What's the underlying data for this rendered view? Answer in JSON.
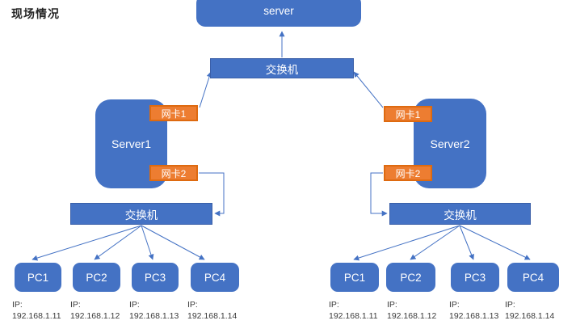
{
  "title": "现场情况",
  "colors": {
    "node": "#4472C4",
    "nic": "#ED7D31",
    "nic_border": "#DE6A10",
    "connector": "#4472C4",
    "ip_text": "#3B3B3B"
  },
  "core": {
    "server": "server",
    "switch": "交换机"
  },
  "groups": [
    {
      "server": "Server1",
      "nic1": "网卡1",
      "nic2": "网卡2",
      "switch": "交换机",
      "pcs": [
        {
          "label": "PC1",
          "ip_label": "IP:",
          "ip": "192.168.1.11"
        },
        {
          "label": "PC2",
          "ip_label": "IP:",
          "ip": "192.168.1.12"
        },
        {
          "label": "PC3",
          "ip_label": "IP:",
          "ip": "192.168.1.13"
        },
        {
          "label": "PC4",
          "ip_label": "IP:",
          "ip": "192.168.1.14"
        }
      ]
    },
    {
      "server": "Server2",
      "nic1": "网卡1",
      "nic2": "网卡2",
      "switch": "交换机",
      "pcs": [
        {
          "label": "PC1",
          "ip_label": "IP:",
          "ip": "192.168.1.11"
        },
        {
          "label": "PC2",
          "ip_label": "IP:",
          "ip": "192.168.1.12"
        },
        {
          "label": "PC3",
          "ip_label": "IP:",
          "ip": "192.168.1.13"
        },
        {
          "label": "PC4",
          "ip_label": "IP:",
          "ip": "192.168.1.14"
        }
      ]
    }
  ]
}
